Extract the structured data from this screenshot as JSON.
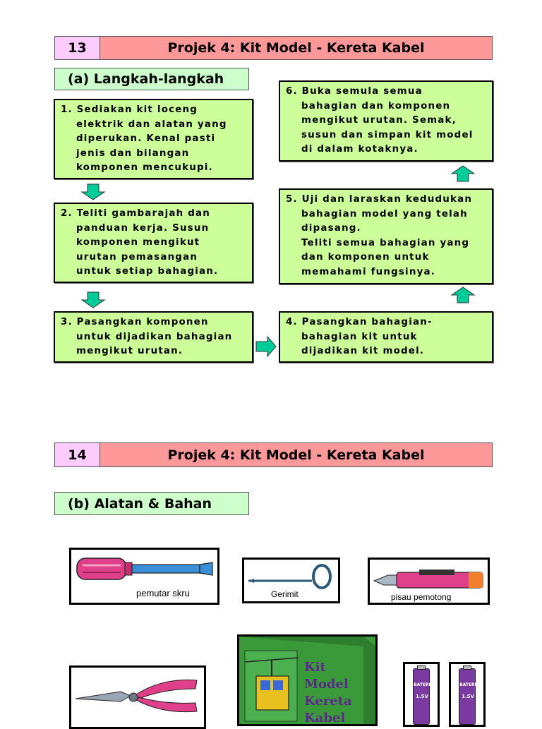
{
  "page13": {
    "number": "13",
    "title": "Projek 4: Kit Model - Kereta Kabel",
    "section": "(a) Langkah-langkah",
    "steps": [
      {
        "lines": [
          "1. Sediakan kit loceng",
          "elektrik dan alatan yang",
          "diperukan. Kenal pasti",
          "jenis dan bilangan",
          "komponen mencukupi."
        ]
      },
      {
        "lines": [
          "2. Teliti gambarajah dan",
          "panduan kerja. Susun",
          "komponen mengikut",
          "urutan pemasangan",
          "untuk setiap bahagian."
        ]
      },
      {
        "lines": [
          "3. Pasangkan komponen",
          "untuk dijadikan bahagian",
          "mengikut urutan."
        ]
      },
      {
        "lines": [
          "4. Pasangkan bahagian-",
          "bahagian kit untuk",
          "dijadikan kit model."
        ]
      },
      {
        "lines": [
          "5. Uji dan laraskan kedudukan",
          "bahagian model yang telah",
          "dipasang.",
          "Teliti semua bahagian yang",
          "dan komponen untuk",
          "memahami fungsinya."
        ]
      },
      {
        "lines": [
          "6. Buka semula semua",
          "bahagian dan komponen",
          "mengikut urutan. Semak,",
          "susun dan simpan kit model",
          "di dalam kotaknya."
        ]
      }
    ]
  },
  "page14": {
    "number": "14",
    "title": "Projek 4: Kit Model - Kereta Kabel",
    "section": "(b) Alatan & Bahan",
    "tools": {
      "screwdriver": "pemutar skru",
      "gimlet": "Gerimit",
      "cutter": "pisau pemotong"
    },
    "kit_box": {
      "lines": [
        "Kit",
        "Model",
        "Kereta",
        "Kabel"
      ]
    },
    "battery_label": "BATERI",
    "battery_voltage": "1.5V"
  },
  "colors": {
    "number_bg": "#ffccff",
    "title_bg": "#ff9999",
    "section_bg": "#ccffcc",
    "step_bg": "#ccff99",
    "arrow": "#00cc99"
  }
}
